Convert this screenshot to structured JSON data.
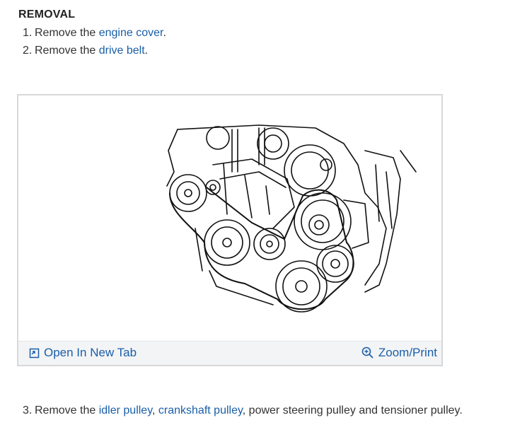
{
  "section_title": "REMOVAL",
  "steps": [
    {
      "number": "1.",
      "prefix": "Remove the ",
      "link": "engine cover",
      "suffix": "."
    },
    {
      "number": "2.",
      "prefix": "Remove the ",
      "link": "drive belt",
      "suffix": "."
    },
    {
      "number": "3.",
      "prefix": "Remove the ",
      "link1": "idler pulley",
      "sep": ", ",
      "link2": "crankshaft pulley",
      "suffix": ", power steering pulley and tensioner pulley."
    }
  ],
  "figure": {
    "open_tab_label": "Open In New Tab",
    "zoom_label": "Zoom/Print",
    "open_icon": "open-in-new-tab-icon",
    "zoom_icon": "magnifier-plus-icon"
  },
  "colors": {
    "link": "#1a5fa8",
    "text": "#333333",
    "toolbar": "#f3f4f6"
  }
}
